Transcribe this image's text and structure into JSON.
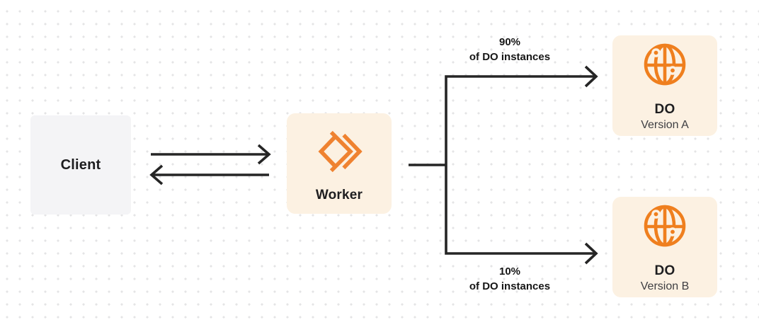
{
  "nodes": {
    "client": {
      "label": "Client"
    },
    "worker": {
      "label": "Worker"
    },
    "do_version_a": {
      "title": "DO",
      "subtitle": "Version A"
    },
    "do_version_b": {
      "title": "DO",
      "subtitle": "Version B"
    }
  },
  "edges": {
    "top_split": {
      "percent": "90%",
      "caption": "of DO instances"
    },
    "bottom_split": {
      "percent": "10%",
      "caption": "of DO instances"
    }
  },
  "icons": {
    "worker_icon": "workers-chevron-icon",
    "do_icon": "globe-icon"
  },
  "colors": {
    "accent_orange": "#EF8230",
    "box_cream": "#FCF1E2",
    "client_gray": "#F4F4F6",
    "connector_dark": "#252525",
    "text_dark": "#1D1D1F",
    "dot_grid": "#E4E4E6"
  }
}
